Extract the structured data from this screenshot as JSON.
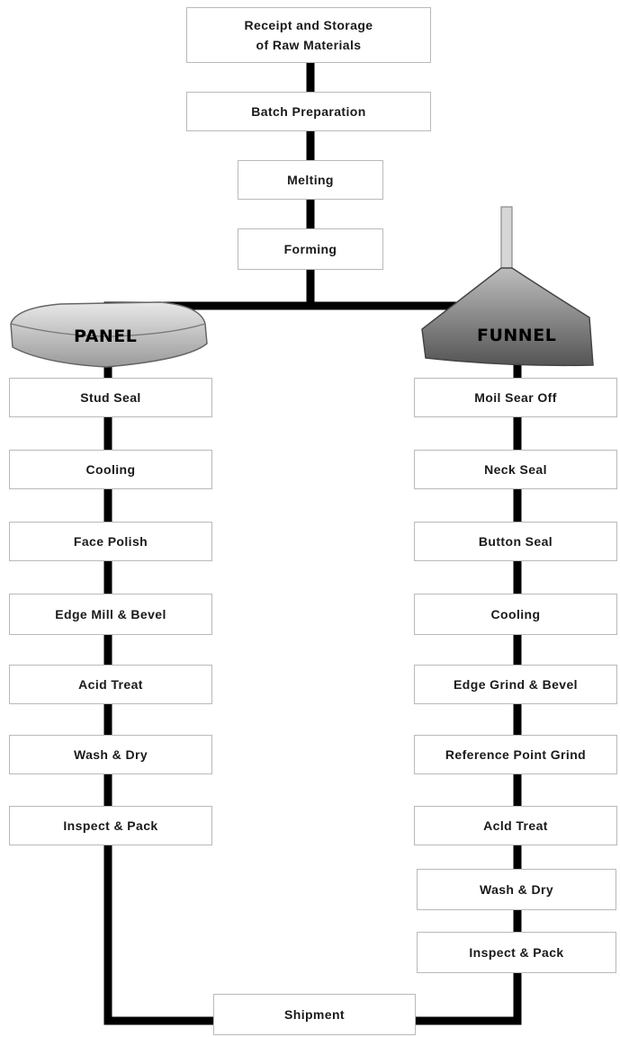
{
  "colors": {
    "line": "#000000",
    "box_border": "#b9b9b9",
    "text": "#1a1a1a"
  },
  "top_steps": {
    "receipt_line1": "Receipt and Storage",
    "receipt_line2": "of Raw Materials",
    "batch": "Batch Preparation",
    "melting": "Melting",
    "forming": "Forming"
  },
  "panel": {
    "label": "PANEL",
    "image_icon": "panel-glass-image",
    "steps": [
      "Stud Seal",
      "Cooling",
      "Face Polish",
      "Edge Mill & Bevel",
      "Acid Treat",
      "Wash & Dry",
      "Inspect & Pack"
    ]
  },
  "funnel": {
    "label": "FUNNEL",
    "image_icon": "funnel-glass-image",
    "steps": [
      "Moil Sear Off",
      "Neck Seal",
      "Button Seal",
      "Cooling",
      "Edge Grind  & Bevel",
      "Reference Point  Grind",
      "Acld Treat",
      "Wash & Dry",
      "Inspect & Pack"
    ]
  },
  "final": {
    "shipment": "Shipment"
  }
}
